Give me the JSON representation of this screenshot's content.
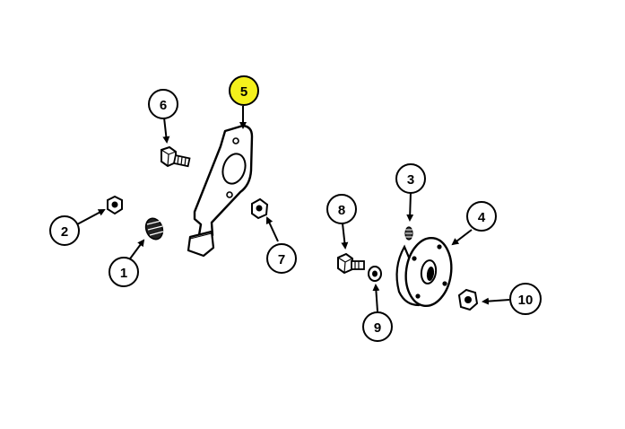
{
  "callouts": [
    {
      "id": "1",
      "label": "1"
    },
    {
      "id": "2",
      "label": "2"
    },
    {
      "id": "3",
      "label": "3"
    },
    {
      "id": "4",
      "label": "4"
    },
    {
      "id": "5",
      "label": "5",
      "highlight": "#f4f01c"
    },
    {
      "id": "6",
      "label": "6"
    },
    {
      "id": "7",
      "label": "7"
    },
    {
      "id": "8",
      "label": "8"
    },
    {
      "id": "9",
      "label": "9"
    },
    {
      "id": "10",
      "label": "10"
    }
  ],
  "colors": {
    "line": "#000000",
    "highlight": "#f4f01c",
    "background": "#ffffff"
  }
}
